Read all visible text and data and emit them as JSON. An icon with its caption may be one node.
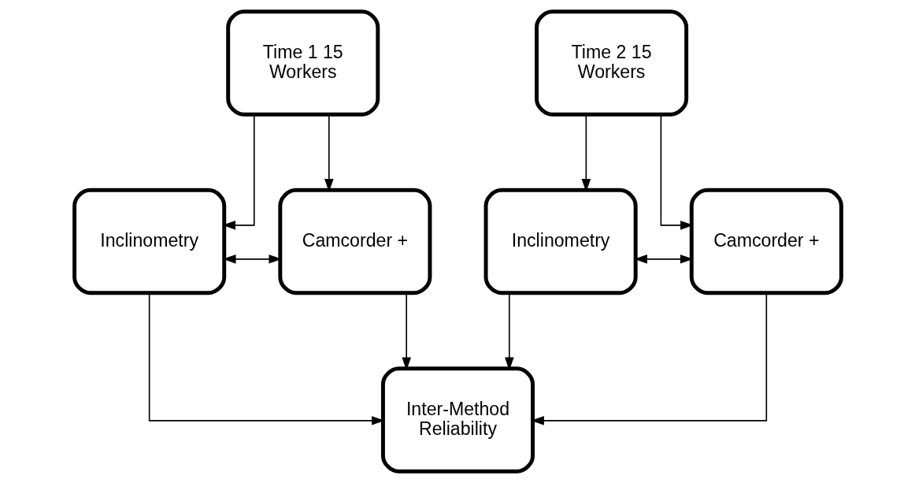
{
  "diagram": {
    "nodes": [
      {
        "text": [
          "Time 1 15 Workers"
        ]
      },
      {
        "text": [
          "Inclinometry"
        ]
      },
      {
        "text": [
          "Camcorder +"
        ]
      },
      {
        "text": [
          "Time 2 15 Workers"
        ]
      },
      {
        "text": [
          "Inclinometry"
        ]
      },
      {
        "text": [
          "Camcorder +"
        ]
      },
      {
        "text": [
          "Inter-Method Reliability"
        ]
      }
    ],
    "edges": [
      {
        "from": 0,
        "to": 1,
        "arrow": "to"
      },
      {
        "from": 0,
        "to": 2,
        "arrow": "to"
      },
      {
        "from": 3,
        "to": 4,
        "arrow": "to"
      },
      {
        "from": 3,
        "to": 5,
        "arrow": "to"
      },
      {
        "from": 1,
        "to": 2,
        "arrow": "both"
      },
      {
        "from": 4,
        "to": 5,
        "arrow": "both"
      },
      {
        "from": 1,
        "to": 6,
        "arrow": "to"
      },
      {
        "from": 2,
        "to": 6,
        "arrow": "to"
      },
      {
        "from": 4,
        "to": 6,
        "arrow": "to"
      },
      {
        "from": 5,
        "to": 6,
        "arrow": "to"
      }
    ]
  }
}
